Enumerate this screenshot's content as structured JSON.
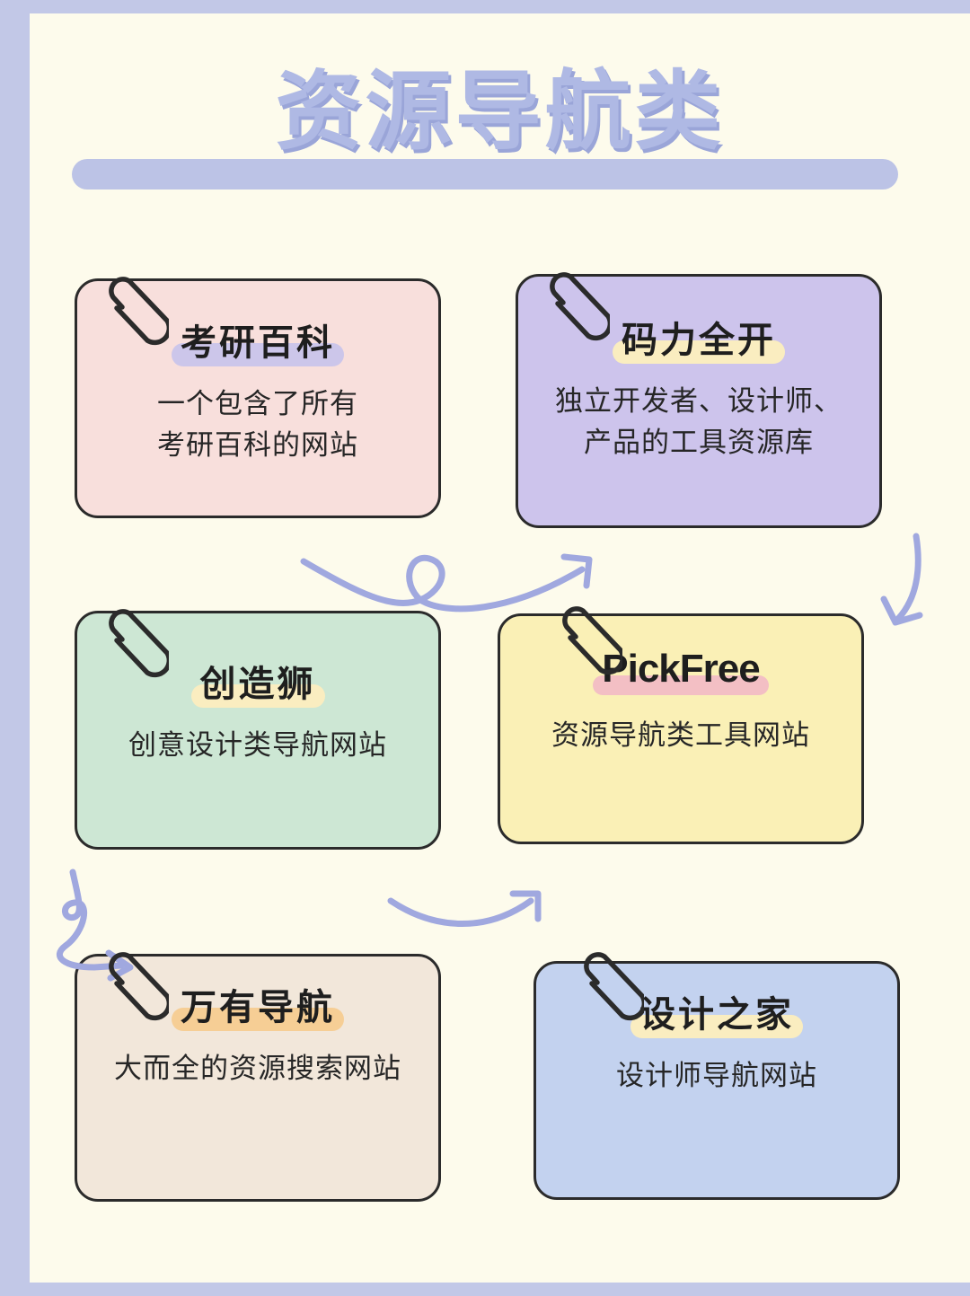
{
  "page": {
    "title": "资源导航类",
    "frame_color": "#C2C8E7",
    "background_color": "#FDFBEC",
    "title_color": "#AFB9E4",
    "title_bar_color": "#BCC3E6"
  },
  "cards": [
    {
      "name": "考研百科",
      "title": "考研百科",
      "description_lines": [
        "一个包含了所有",
        "考研百科的网站"
      ],
      "bg_color": "#F8DFDC",
      "highlight_color": "#CCC6EA",
      "clip": "paperclip-icon"
    },
    {
      "name": "码力全开",
      "title": "码力全开",
      "description_lines": [
        "独立开发者、设计师、",
        "产品的工具资源库"
      ],
      "bg_color": "#CDC4EC",
      "highlight_color": "#FAEDC0",
      "clip": "paperclip-icon"
    },
    {
      "name": "创造狮",
      "title": "创造狮",
      "description_lines": [
        "创意设计类导航网站"
      ],
      "bg_color": "#CDE7D4",
      "highlight_color": "#FAEDC0",
      "clip": "paperclip-icon"
    },
    {
      "name": "PickFree",
      "title": "PickFree",
      "description_lines": [
        "资源导航类工具网站"
      ],
      "bg_color": "#FAF0B6",
      "highlight_color": "#F3BFC4",
      "clip": "paperclip-icon"
    },
    {
      "name": "万有导航",
      "title": "万有导航",
      "description_lines": [
        "大而全的资源搜索网站"
      ],
      "bg_color": "#F2E7DA",
      "highlight_color": "#F6CE95",
      "clip": "paperclip-icon"
    },
    {
      "name": "设计之家",
      "title": "设计之家",
      "description_lines": [
        "设计师导航网站"
      ],
      "bg_color": "#C3D2EF",
      "highlight_color": "#FAEDC0",
      "clip": "paperclip-icon"
    }
  ],
  "arrows": [
    {
      "name": "loop-arrow-up-right",
      "color": "#A0A8DF"
    },
    {
      "name": "curve-arrow-down-left",
      "color": "#A0A8DF"
    },
    {
      "name": "curve-arrow-up-right",
      "color": "#A0A8DF"
    },
    {
      "name": "loop-arrow-down-right",
      "color": "#A0A8DF"
    }
  ]
}
